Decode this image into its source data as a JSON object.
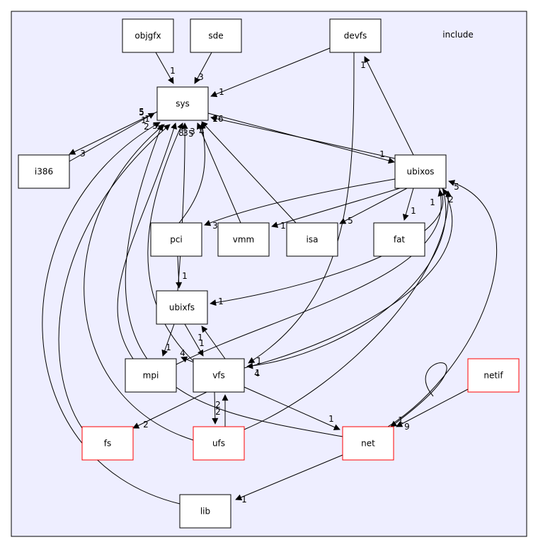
{
  "cluster": {
    "label": "include"
  },
  "nodes": [
    {
      "id": "objgfx",
      "label": "objgfx",
      "color": "#000000"
    },
    {
      "id": "sde",
      "label": "sde",
      "color": "#000000"
    },
    {
      "id": "devfs",
      "label": "devfs",
      "color": "#000000"
    },
    {
      "id": "sys",
      "label": "sys",
      "color": "#000000"
    },
    {
      "id": "i386",
      "label": "i386",
      "color": "#000000"
    },
    {
      "id": "ubixos",
      "label": "ubixos",
      "color": "#000000"
    },
    {
      "id": "pci",
      "label": "pci",
      "color": "#000000"
    },
    {
      "id": "vmm",
      "label": "vmm",
      "color": "#000000"
    },
    {
      "id": "isa",
      "label": "isa",
      "color": "#000000"
    },
    {
      "id": "fat",
      "label": "fat",
      "color": "#000000"
    },
    {
      "id": "ubixfs",
      "label": "ubixfs",
      "color": "#000000"
    },
    {
      "id": "mpi",
      "label": "mpi",
      "color": "#000000"
    },
    {
      "id": "vfs",
      "label": "vfs",
      "color": "#000000"
    },
    {
      "id": "netif",
      "label": "netif",
      "color": "#ff0000"
    },
    {
      "id": "fs",
      "label": "fs",
      "color": "#ff0000"
    },
    {
      "id": "ufs",
      "label": "ufs",
      "color": "#ff0000"
    },
    {
      "id": "net",
      "label": "net",
      "color": "#ff0000"
    },
    {
      "id": "lib",
      "label": "lib",
      "color": "#000000"
    }
  ],
  "edges": [
    {
      "from": "objgfx",
      "to": "sys",
      "label": "1"
    },
    {
      "from": "sde",
      "to": "sys",
      "label": "3"
    },
    {
      "from": "devfs",
      "to": "sys",
      "label": "1"
    },
    {
      "from": "devfs",
      "to": "vfs",
      "label": "1"
    },
    {
      "from": "sys",
      "to": "i386",
      "label": "3"
    },
    {
      "from": "sys",
      "to": "ubixos",
      "label": "1"
    },
    {
      "from": "i386",
      "to": "sys",
      "label": "5"
    },
    {
      "from": "ubixos",
      "to": "sys",
      "label": "26"
    },
    {
      "from": "ubixos",
      "to": "devfs",
      "label": "1"
    },
    {
      "from": "ubixos",
      "to": "pci",
      "label": "3"
    },
    {
      "from": "ubixos",
      "to": "vmm",
      "label": "1"
    },
    {
      "from": "ubixos",
      "to": "isa",
      "label": "5"
    },
    {
      "from": "ubixos",
      "to": "fat",
      "label": "1"
    },
    {
      "from": "ubixos",
      "to": "ubixfs",
      "label": "1"
    },
    {
      "from": "ubixos",
      "to": "vfs",
      "label": "1"
    },
    {
      "from": "pci",
      "to": "sys",
      "label": "5"
    },
    {
      "from": "pci",
      "to": "ubixfs",
      "label": "1"
    },
    {
      "from": "vmm",
      "to": "sys",
      "label": "3"
    },
    {
      "from": "isa",
      "to": "sys",
      "label": "4"
    },
    {
      "from": "ubixfs",
      "to": "sys",
      "label": "8"
    },
    {
      "from": "ubixfs",
      "to": "mpi",
      "label": "1"
    },
    {
      "from": "ubixfs",
      "to": "vfs",
      "label": "1"
    },
    {
      "from": "mpi",
      "to": "sys",
      "label": "5"
    },
    {
      "from": "mpi",
      "to": "ubixos",
      "label": "1"
    },
    {
      "from": "vfs",
      "to": "sys",
      "label": "3"
    },
    {
      "from": "vfs",
      "to": "ubixos",
      "label": "4"
    },
    {
      "from": "vfs",
      "to": "ubixfs",
      "label": "1"
    },
    {
      "from": "vfs",
      "to": "fs",
      "label": "2"
    },
    {
      "from": "vfs",
      "to": "ufs",
      "label": "2"
    },
    {
      "from": "vfs",
      "to": "net",
      "label": "1"
    },
    {
      "from": "netif",
      "to": "net",
      "label": "9"
    },
    {
      "from": "fs",
      "to": "sys",
      "label": "2"
    },
    {
      "from": "ufs",
      "to": "sys",
      "label": "1"
    },
    {
      "from": "ufs",
      "to": "vfs",
      "label": "2"
    },
    {
      "from": "ufs",
      "to": "ubixos",
      "label": "2"
    },
    {
      "from": "net",
      "to": "sys",
      "label": "5"
    },
    {
      "from": "net",
      "to": "ubixos",
      "label": "5"
    },
    {
      "from": "net",
      "to": "lib",
      "label": "1"
    },
    {
      "from": "lib",
      "to": "sys",
      "label": "1"
    },
    {
      "from": "vfs",
      "to": "mpi",
      "label": "4"
    },
    {
      "from": "net",
      "to": "net-self",
      "label": "1"
    }
  ]
}
